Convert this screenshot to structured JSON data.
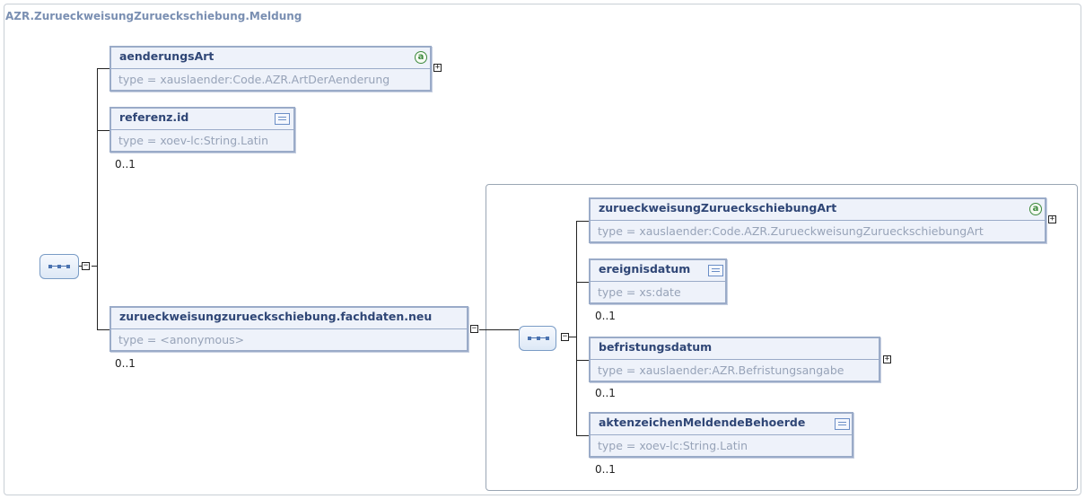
{
  "root": {
    "title": "AZR.ZurueckweisungZurueckschiebung.Meldung"
  },
  "elements": {
    "aenderungsArt": {
      "name": "aenderungsArt",
      "type": "type = xauslaender:Code.AZR.ArtDerAenderung",
      "icon": "attribute-icon"
    },
    "referenzId": {
      "name": "referenz.id",
      "type": "type = xoev-lc:String.Latin",
      "icon": "documentation-icon",
      "cardinality": "0..1"
    },
    "fachdaten": {
      "name": "zurueckweisungzurueckschiebung.fachdaten.neu",
      "type": "type = <anonymous>",
      "cardinality": "0..1"
    },
    "zzArt": {
      "name": "zurueckweisungZurueckschiebungArt",
      "type": "type = xauslaender:Code.AZR.ZurueckweisungZurueckschiebungArt",
      "icon": "attribute-icon"
    },
    "ereignisdatum": {
      "name": "ereignisdatum",
      "type": "type = xs:date",
      "icon": "documentation-icon",
      "cardinality": "0..1"
    },
    "befristungsdatum": {
      "name": "befristungsdatum",
      "type": "type = xauslaender:AZR.Befristungsangabe",
      "cardinality": "0..1"
    },
    "aktenzeichen": {
      "name": "aktenzeichenMeldendeBehoerde",
      "type": "type = xoev-lc:String.Latin",
      "icon": "documentation-icon",
      "cardinality": "0..1"
    }
  },
  "icons": {
    "attribute": "a",
    "expand": "+",
    "collapse": "−"
  },
  "colors": {
    "element_fill": "#eef2fa",
    "element_border": "#9aabc8",
    "name_text": "#2f4676",
    "type_text": "#97a3b8",
    "title_text": "#7a8fb2"
  }
}
